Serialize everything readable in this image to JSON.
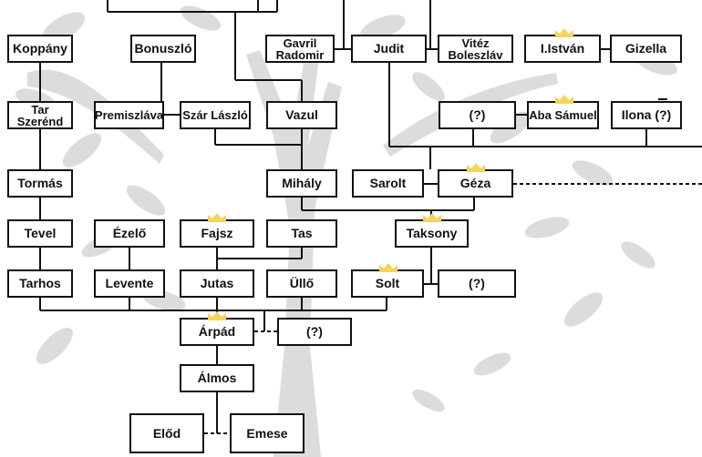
{
  "colors": {
    "box_border": "#111111",
    "box_fill": "#ffffff",
    "line": "#111111",
    "crown": "#f4d35e",
    "tree_background": "#d9d9d9"
  },
  "icons": {
    "crown": "crown-icon"
  },
  "people": {
    "koppany": "Koppány",
    "bonuszlo": "Bonuszló",
    "gavril_radomir": "Gavril\nRadomir",
    "judit": "Judit",
    "vitez_boleszlav": "Vitéz\nBoleszláv",
    "istvan": "I.István",
    "gizella": "Gizella",
    "tar_szerend": "Tar\nSzerénd",
    "premiszlava": "Premiszláva",
    "szar_laszlo": "Szár László",
    "vazul": "Vazul",
    "unknown_1": "(?)",
    "aba_samuel": "Aba Sámuel",
    "ilona": "Ilona (?)",
    "tormas": "Tormás",
    "mihaly": "Mihály",
    "sarolt": "Sarolt",
    "geza": "Géza",
    "tevel": "Tevel",
    "ezelo": "Ézelő",
    "fajsz": "Fajsz",
    "tas": "Tas",
    "taksony": "Taksony",
    "tarhos": "Tarhos",
    "levente": "Levente",
    "jutas": "Jutas",
    "ullo": "Üllő",
    "solt": "Solt",
    "unknown_2": "(?)",
    "arpad": "Árpád",
    "unknown_3": "(?)",
    "almos": "Álmos",
    "elod": "Előd",
    "emese": "Emese"
  }
}
